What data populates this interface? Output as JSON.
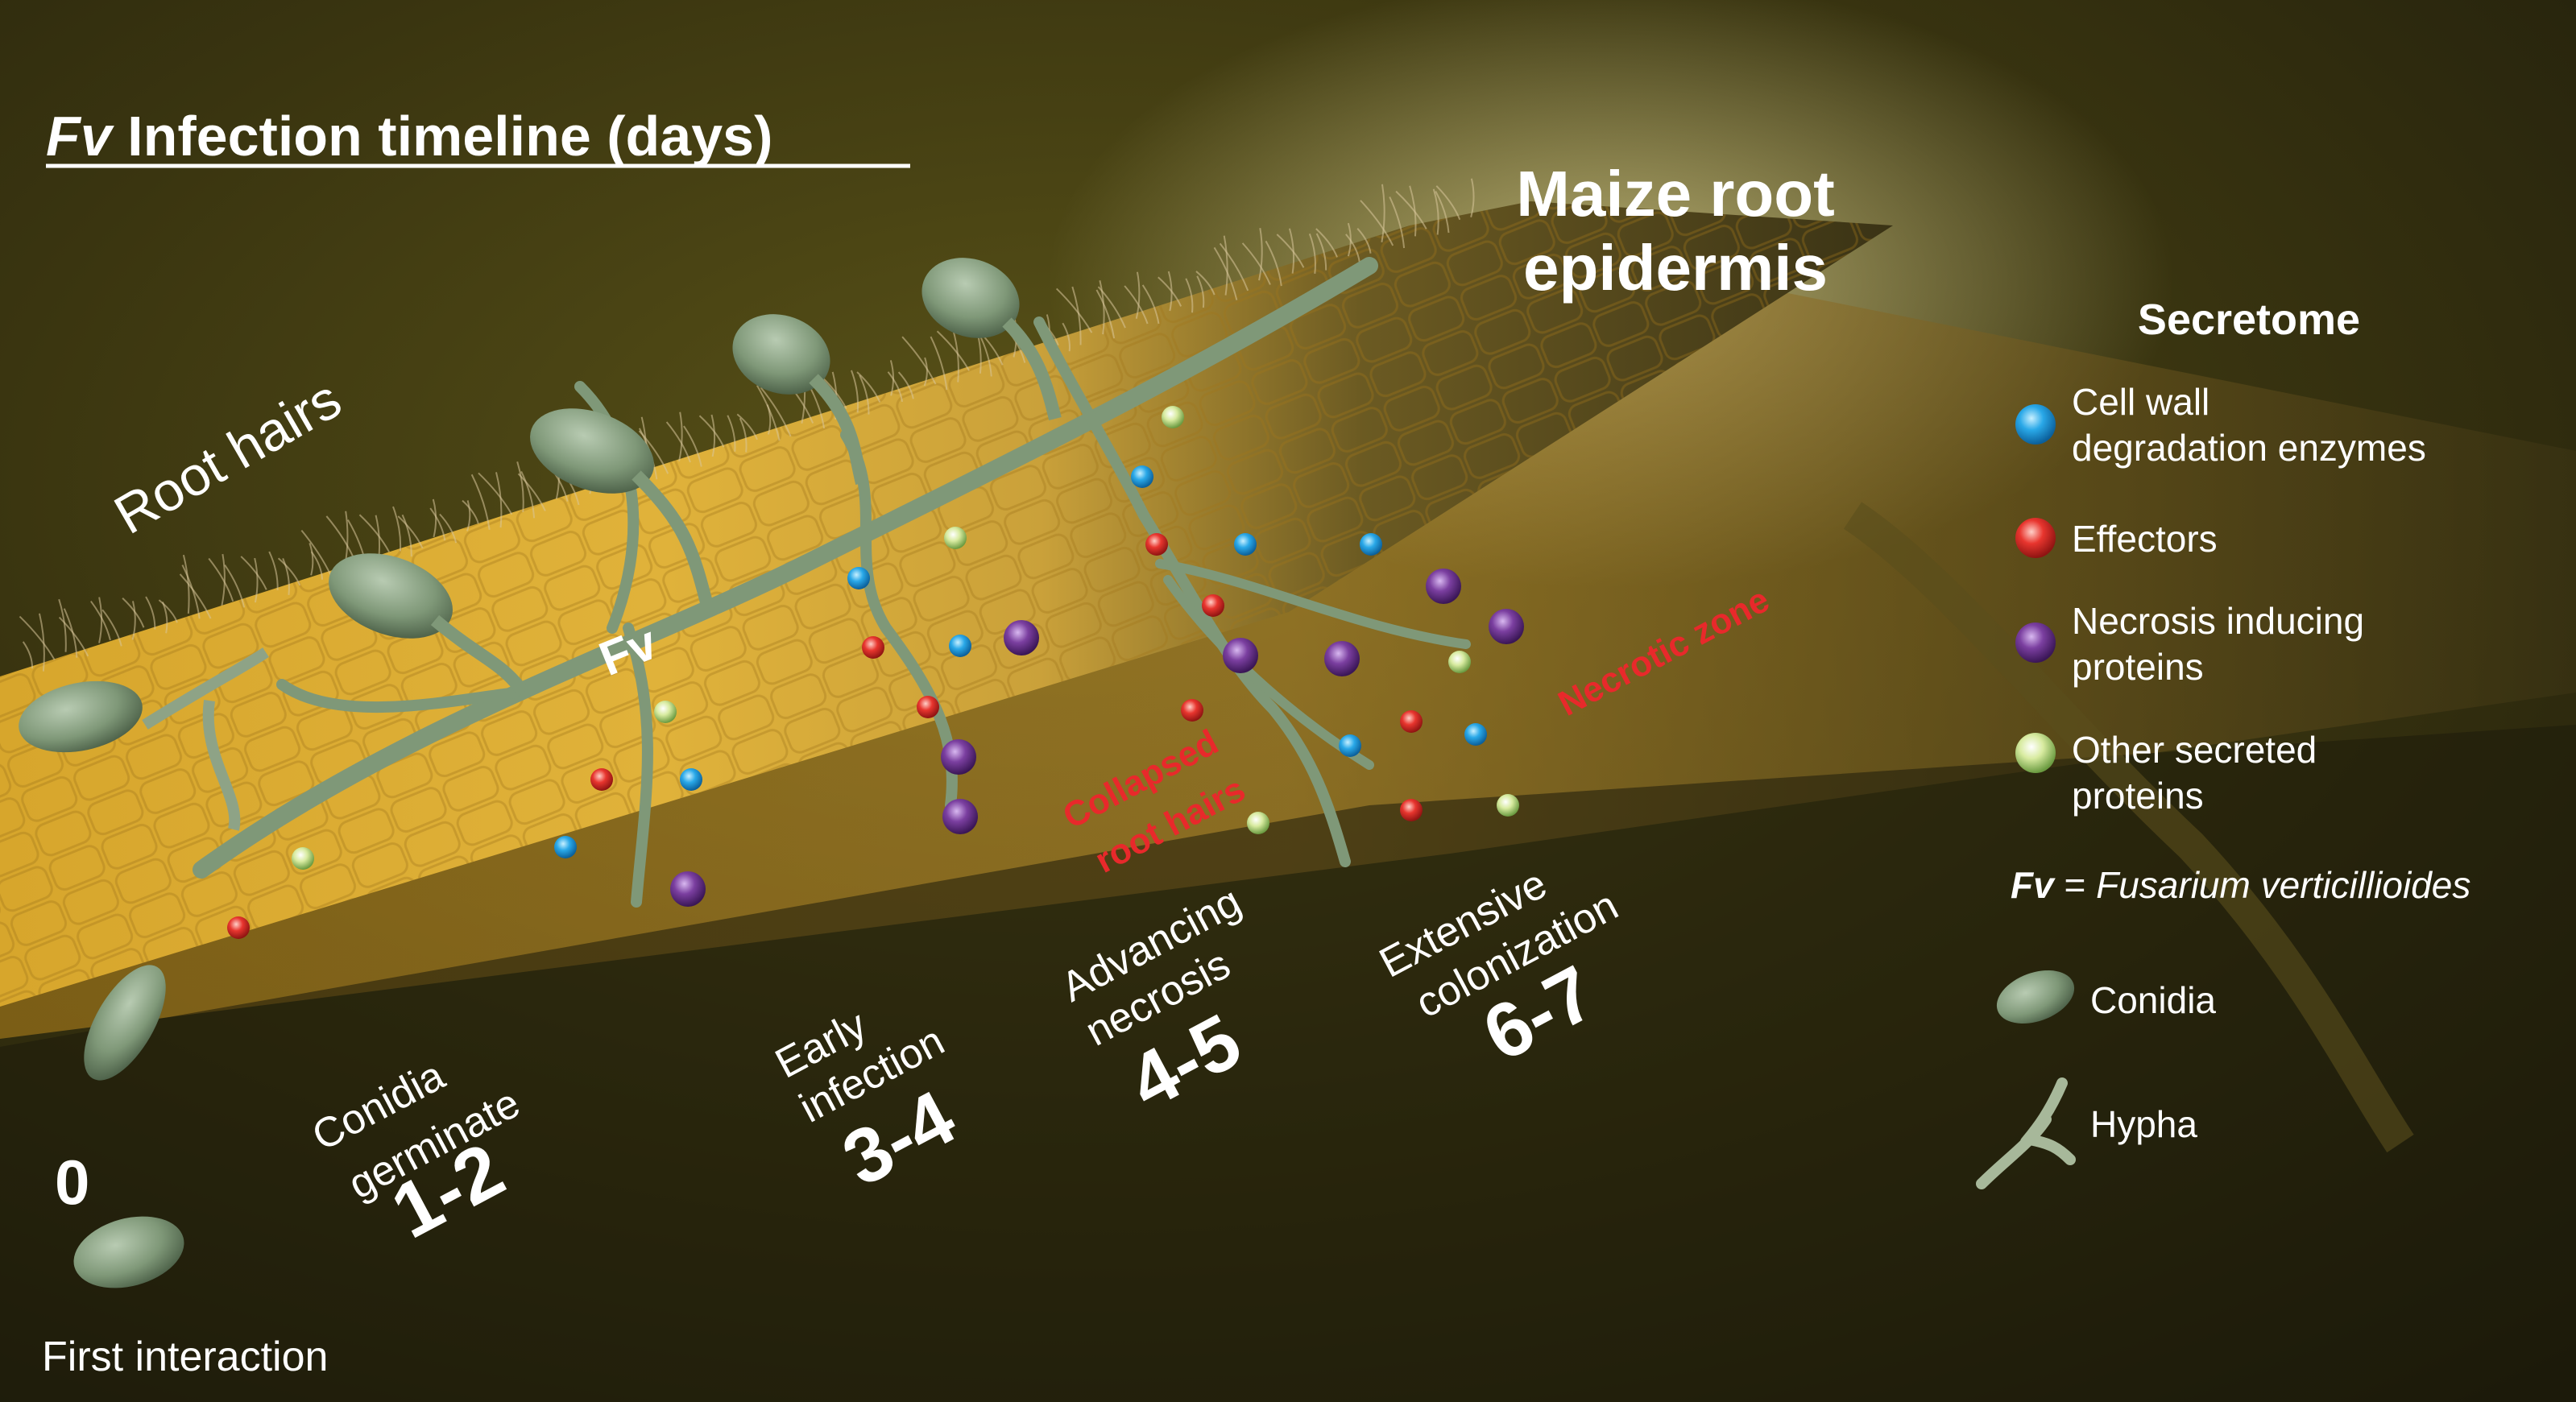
{
  "title": {
    "italic": "Fv",
    "rest": " Infection timeline (days)"
  },
  "labels": {
    "maize_root": [
      "Maize root",
      "epidermis"
    ],
    "root_hairs": "Root hairs",
    "fv": "Fv",
    "collapsed": [
      "Collapsed",
      "root hairs"
    ],
    "necrotic": "Necrotic zone"
  },
  "stages": [
    {
      "desc": [],
      "num": "0"
    },
    {
      "desc": [
        "Conidia",
        "germinate"
      ],
      "num": "1-2"
    },
    {
      "desc": [
        "Early",
        "infection"
      ],
      "num": "3-4"
    },
    {
      "desc": [
        "Advancing",
        "necrosis"
      ],
      "num": "4-5"
    },
    {
      "desc": [
        "Extensive",
        "colonization"
      ],
      "num": "6-7"
    }
  ],
  "first_interaction": "First interaction",
  "legend": {
    "title": "Secretome",
    "items": [
      {
        "lines": [
          "Cell wall",
          "degradation enzymes"
        ],
        "color": "#29a8e8"
      },
      {
        "lines": [
          "Effectors"
        ],
        "color": "#e8352e"
      },
      {
        "lines": [
          "Necrosis inducing",
          "proteins"
        ],
        "color": "#7b3fa0"
      },
      {
        "lines": [
          "Other secreted",
          "proteins"
        ],
        "color": "#c9e27a"
      }
    ],
    "abbrev": {
      "bold_italic": "Fv",
      "rest": " = ",
      "italic": "Fusarium verticillioides"
    },
    "conidia": "Conidia",
    "hypha": "Hypha"
  },
  "colors": {
    "background": "#2a2610",
    "root": "#d8a830",
    "fungus": "#7f9878",
    "necrotic_text": "#e8292b",
    "text": "#ffffff"
  }
}
